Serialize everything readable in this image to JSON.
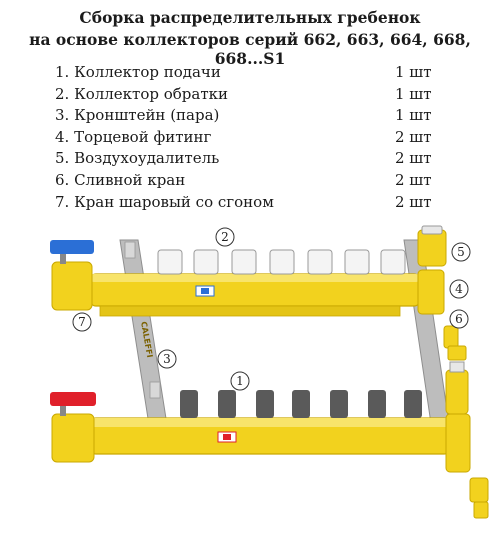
{
  "title": {
    "line1": "Сборка распределительных гребенок",
    "line2": "на основе коллекторов серий 662, 663, 664, 668, 668...S1"
  },
  "parts": [
    {
      "name": "1. Коллектор подачи",
      "qty": "1 шт"
    },
    {
      "name": "2. Коллектор обратки",
      "qty": "1 шт"
    },
    {
      "name": "3. Кронштейн (пара)",
      "qty": "1 шт"
    },
    {
      "name": "4. Торцевой фитинг",
      "qty": "2 шт"
    },
    {
      "name": "5.  Воздухоудалитель",
      "qty": "2 шт"
    },
    {
      "name": "6.  Сливной кран",
      "qty": "2 шт"
    },
    {
      "name": "7.  Кран шаровый со сгоном",
      "qty": "2 шт"
    }
  ],
  "diagram": {
    "callouts": [
      "1",
      "2",
      "3",
      "4",
      "5",
      "6",
      "7"
    ],
    "brand_text": "CALEFFI",
    "colors": {
      "brass": "#f2d21e",
      "brass_dark": "#c9a800",
      "bracket": "#b8b8b8",
      "valve_blue": "#2b6fd6",
      "valve_red": "#e0202a",
      "cap_white": "#f4f4f4",
      "meter_dark": "#5a5a5a"
    }
  }
}
